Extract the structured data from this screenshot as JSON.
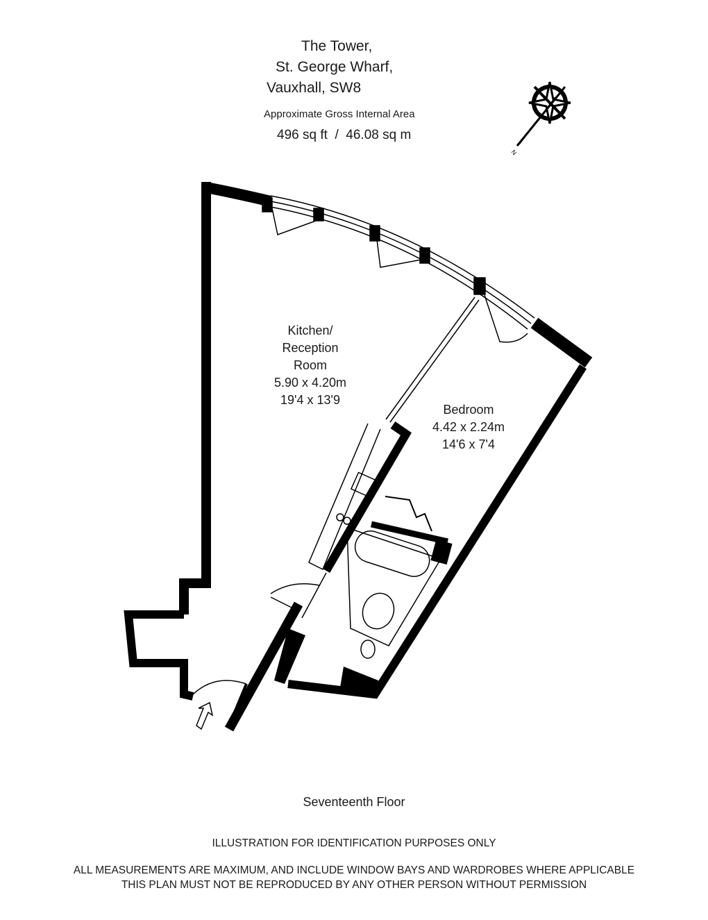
{
  "header": {
    "address_line1": "The Tower,",
    "address_line2": "St. George Wharf,",
    "address_line3": "Vauxhall, SW8",
    "area_label": "Approximate Gross Internal Area",
    "area_value": "496 sq ft  /  46.08 sq m"
  },
  "compass": {
    "icon": "compass-rose-icon",
    "label": "N"
  },
  "rooms": [
    {
      "name_line1": "Kitchen/",
      "name_line2": "Reception",
      "name_line3": "Room",
      "metric": "5.90 x 4.20m",
      "imperial": "19'4 x 13'9"
    },
    {
      "name_line1": "Bedroom",
      "metric": "4.42 x 2.24m",
      "imperial": "14'6 x 7'4"
    }
  ],
  "floor_label": "Seventeenth Floor",
  "disclaimers": [
    "ILLUSTRATION FOR IDENTIFICATION PURPOSES ONLY",
    "ALL MEASUREMENTS ARE MAXIMUM, AND INCLUDE WINDOW BAYS AND WARDROBES WHERE APPLICABLE",
    "THIS PLAN MUST NOT BE REPRODUCED BY ANY OTHER PERSON WITHOUT PERMISSION"
  ],
  "colors": {
    "wall": "#000000",
    "background": "#ffffff"
  }
}
